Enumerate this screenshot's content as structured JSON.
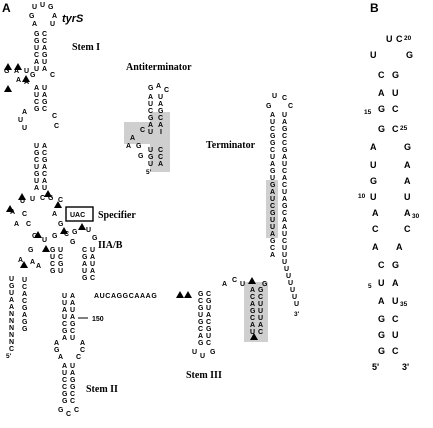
{
  "panel_a": {
    "panel_label": "A",
    "gene_label": "tyrS",
    "labels": {
      "stem_i": "Stem I",
      "antiterminator": "Antiterminator",
      "terminator": "Terminator",
      "specifier": "Specifier",
      "iiab": "IIA/B",
      "stem_ii": "Stem II",
      "stem_iii": "Stem III"
    },
    "linker_sequence": "AUCAGGCAAAG",
    "position_150": "150",
    "five_prime": "5'",
    "three_prime_anti": "5'",
    "three_prime_term": "3'",
    "specifier_codon": "UAC"
  },
  "panel_b": {
    "panel_label": "B",
    "five_prime": "5'",
    "three_prime": "3'",
    "positions": {
      "p5": "5",
      "p10": "10",
      "p15": "15",
      "p20": "20",
      "p25": "25",
      "p30": "30",
      "p35": "35"
    }
  }
}
